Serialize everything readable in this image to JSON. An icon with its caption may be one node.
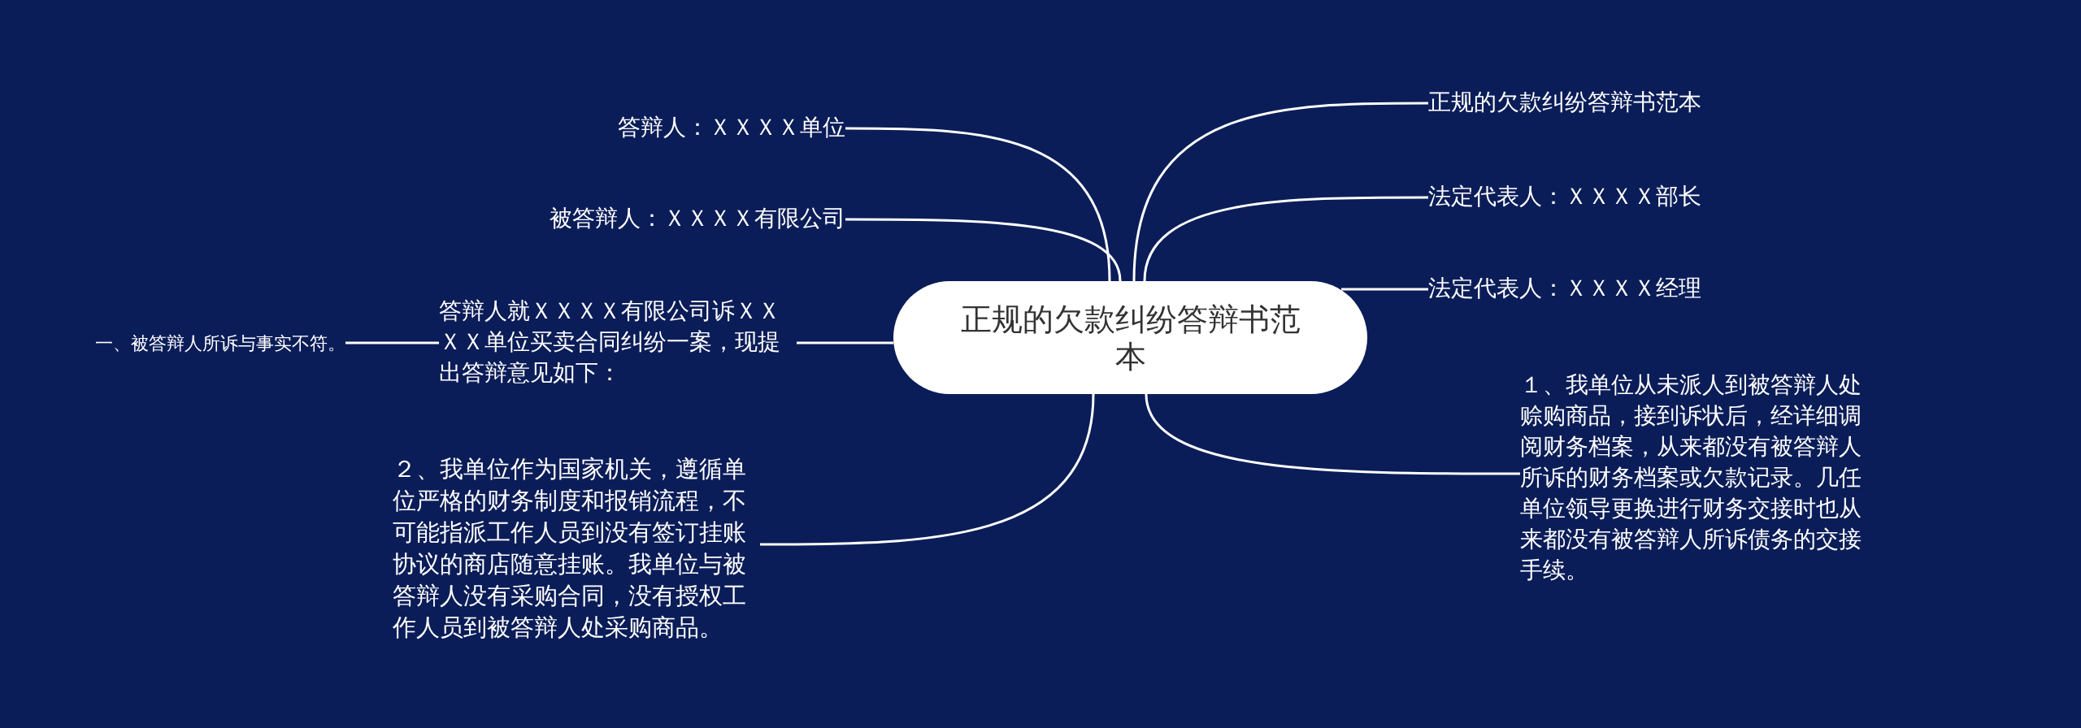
{
  "diagram": {
    "nodes": [
      {
        "text": [
          "正规的欠款纠纷答辩书范本"
        ]
      },
      {
        "text": [
          "答辩人：ＸＸＸＸ单位"
        ]
      },
      {
        "text": [
          "被答辩人：ＸＸＸＸ有限公司"
        ]
      },
      {
        "text": [
          "答辩人就ＸＸＸＸ有限公司诉ＸＸＸＸ单位买卖合同纠纷一案，现提出答辩意见如下："
        ]
      },
      {
        "text": [
          "２、我单位作为国家机关，遵循单位严格的财务制度和报销流程，不可能指派工作人员到没有签订挂账协议的商店随意挂账。我单位与被答辩人没有采购合同，没有授权工作人员到被答辩人处采购商品。"
        ]
      },
      {
        "text": [
          "正规的欠款纠纷答辩书范本"
        ]
      },
      {
        "text": [
          "法定代表人：ＸＸＸＸ部长"
        ]
      },
      {
        "text": [
          "法定代表人：ＸＸＸＸ经理"
        ]
      },
      {
        "text": [
          "１、我单位从未派人到被答辩人处赊购商品，接到诉状后，经详细调阅财务档案，从来都没有被答辩人所诉的财务档案或欠款记录。几任单位领导更换进行财务交接时也从来都没有被答辩人所诉债务的交接手续。"
        ]
      },
      {
        "text": [
          "一、被答辩人所诉与事实不符。"
        ]
      }
    ],
    "edges": [
      {
        "from": 0,
        "to": 1,
        "arrow": "none"
      },
      {
        "from": 0,
        "to": 2,
        "arrow": "none"
      },
      {
        "from": 0,
        "to": 3,
        "arrow": "none"
      },
      {
        "from": 0,
        "to": 4,
        "arrow": "none"
      },
      {
        "from": 0,
        "to": 5,
        "arrow": "none"
      },
      {
        "from": 0,
        "to": 6,
        "arrow": "none"
      },
      {
        "from": 0,
        "to": 7,
        "arrow": "none"
      },
      {
        "from": 0,
        "to": 8,
        "arrow": "none"
      },
      {
        "from": 3,
        "to": 9,
        "arrow": "none"
      }
    ]
  }
}
